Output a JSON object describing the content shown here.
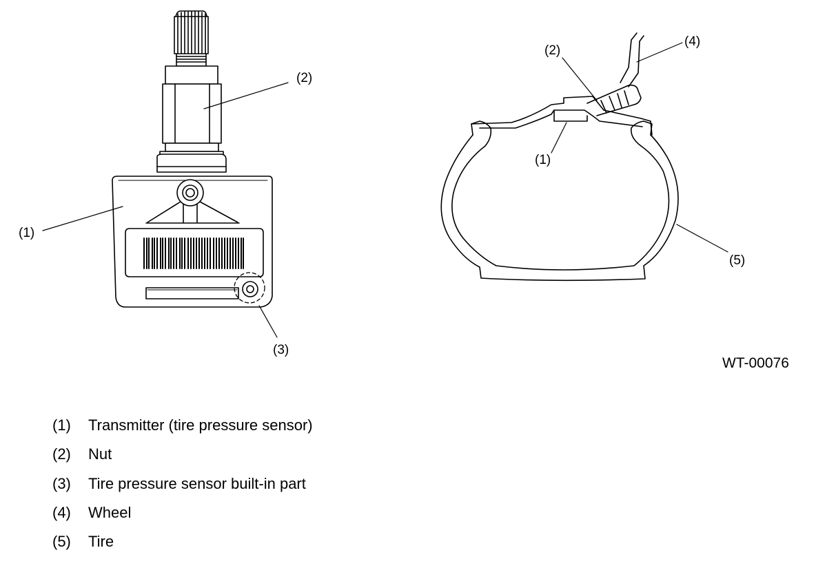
{
  "diagram": {
    "sensor_callouts": [
      "(1)",
      "(2)",
      "(3)"
    ],
    "wheel_callouts": [
      "(1)",
      "(2)",
      "(4)",
      "(5)"
    ],
    "figure_code": "WT-00076"
  },
  "legend": [
    {
      "num": "(1)",
      "text": "Transmitter (tire pressure sensor)"
    },
    {
      "num": "(2)",
      "text": "Nut"
    },
    {
      "num": "(3)",
      "text": "Tire pressure sensor built-in part"
    },
    {
      "num": "(4)",
      "text": "Wheel"
    },
    {
      "num": "(5)",
      "text": "Tire"
    }
  ]
}
